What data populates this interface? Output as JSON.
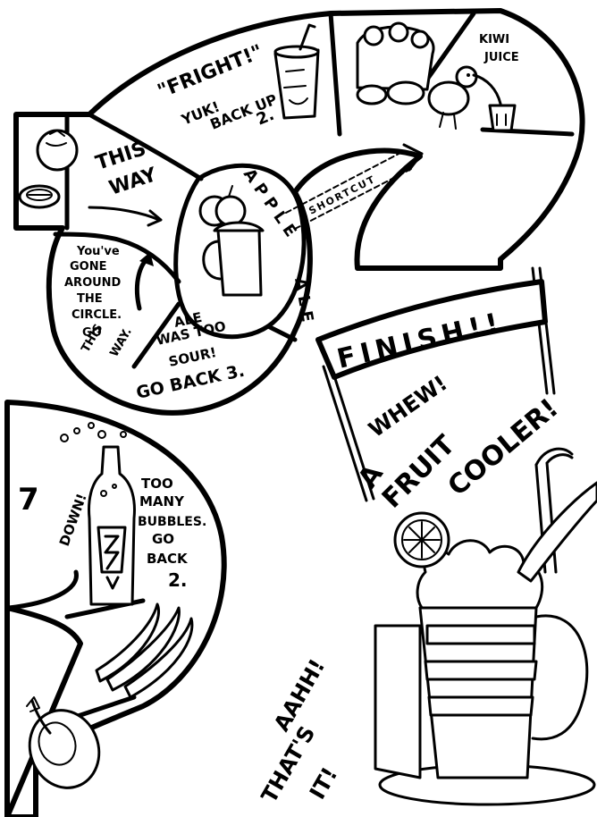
{
  "background": "#ffffff",
  "ink": "#000000",
  "board": {
    "spaces": {
      "fright": {
        "line1": "\"FRIGHT!\"",
        "line2": "YUK!",
        "line3": "BACK UP",
        "line4": "2."
      },
      "kiwi": {
        "line1": "KIWI",
        "line2": "JUICE"
      },
      "this_way": {
        "line1": "THIS",
        "line2": "WAY"
      },
      "apple_ale": {
        "word1": "APPLE",
        "word2": "ALE"
      },
      "shortcut": {
        "label": "SHORTCUT"
      },
      "around": {
        "line1": "You've",
        "line2": "GONE",
        "line3": "AROUND",
        "line4": "THE",
        "line5": "CIRCLE.",
        "line6": "GO",
        "line7": "THIS",
        "line8": "WAY."
      },
      "sour": {
        "line1": "ALE",
        "line2": "WAS TOO",
        "line3": "SOUR!",
        "line4": "GO BACK 3."
      },
      "bubbles": {
        "number": "7",
        "down": "DOWN!",
        "line1": "TOO",
        "line2": "MANY",
        "line3": "BUBBLES.",
        "line4": "GO",
        "line5": "BACK",
        "line6": "2."
      }
    },
    "finish": {
      "banner": "FINISH!!",
      "whew": "WHEW!",
      "line1": "A",
      "line2": "FRUIT",
      "line3": "COOLER!"
    },
    "aahh": {
      "line1": "AAHH!",
      "line2": "THAT'S",
      "line3": "IT!"
    }
  },
  "icons": [
    "tomato-icon",
    "sliced-fruit-icon",
    "fruit-bag-icon",
    "kiwi-bird-icon",
    "juice-cup-icon",
    "tiki-cup-icon",
    "apple-icon",
    "mug-icon",
    "bottle-icon",
    "bananas-icon",
    "carrot-slice-icon",
    "fruit-cooler-glass-icon",
    "orange-slice-icon",
    "straw-icon"
  ]
}
